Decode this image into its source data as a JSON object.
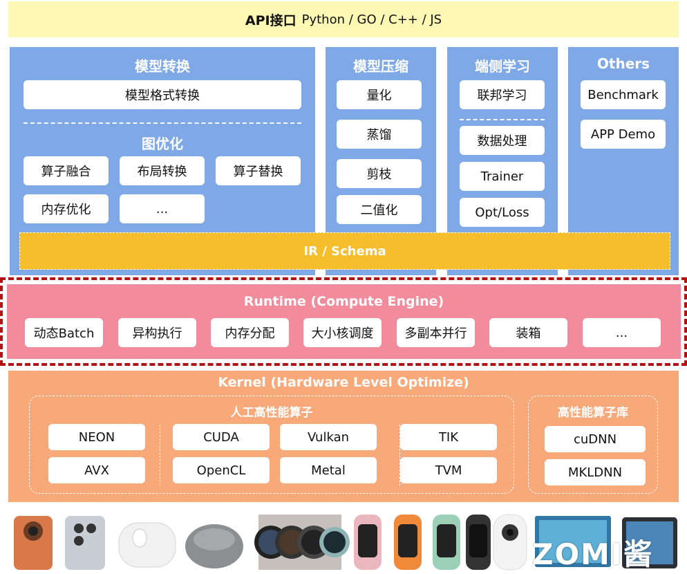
{
  "api": {
    "label": "API接口",
    "langs": "Python / GO / C++ / JS"
  },
  "convert": {
    "title": "模型转换",
    "format": "模型格式转换",
    "graph_title": "图优化",
    "items": [
      "算子融合",
      "布局转换",
      "算子替换",
      "内存优化",
      "..."
    ]
  },
  "compress": {
    "title": "模型压缩",
    "items": [
      "量化",
      "蒸馏",
      "剪枝",
      "二值化"
    ]
  },
  "ondevice": {
    "title": "端侧学习",
    "items": [
      "联邦学习",
      "数据处理",
      "Trainer",
      "Opt/Loss"
    ]
  },
  "others": {
    "title": "Others",
    "items": [
      "Benchmark",
      "APP Demo"
    ]
  },
  "ir": {
    "label": "IR / Schema"
  },
  "runtime": {
    "title": "Runtime (Compute Engine)",
    "items": [
      "动态Batch",
      "异构执行",
      "内存分配",
      "大小核调度",
      "多副本并行",
      "装箱",
      "..."
    ]
  },
  "kernel": {
    "title": "Kernel (Hardware Level Optimize)",
    "manual_title": "人工高性能算子",
    "manual_items": [
      "NEON",
      "AVX",
      "CUDA",
      "OpenCL",
      "Vulkan",
      "Metal",
      "TIK",
      "TVM"
    ],
    "lib_title": "高性能算子库",
    "lib_items": [
      "cuDNN",
      "MKLDNN"
    ]
  },
  "footer": {
    "logo": "ZOMI酱"
  },
  "colors": {
    "blue": "#7fa9e6",
    "ir": "#f6bd2c",
    "runtime": "#f28b9b",
    "kernel": "#f8a97a",
    "api": "#fdf8b3",
    "runtime_border": "#b31212"
  }
}
